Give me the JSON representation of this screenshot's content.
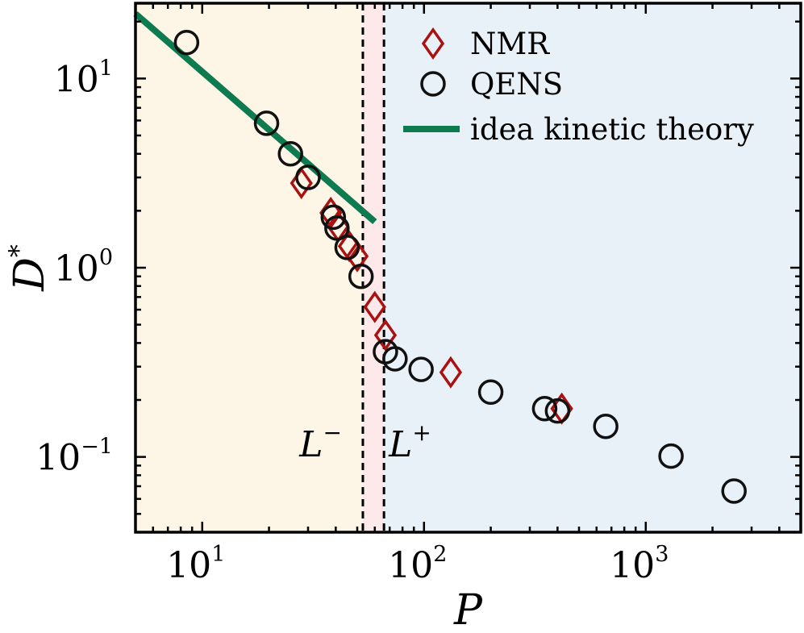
{
  "chart_data": {
    "type": "scatter",
    "xscale": "log",
    "yscale": "log",
    "xlim": [
      5,
      5000
    ],
    "ylim": [
      0.04,
      25
    ],
    "xlabel": "P",
    "ylabel": "D*",
    "xticks": [
      {
        "value": 10,
        "base": "10",
        "exp": "1"
      },
      {
        "value": 100,
        "base": "10",
        "exp": "2"
      },
      {
        "value": 1000,
        "base": "10",
        "exp": "3"
      }
    ],
    "yticks": [
      {
        "value": 10,
        "base": "10",
        "exp": "1"
      },
      {
        "value": 1,
        "base": "10",
        "exp": "0"
      },
      {
        "value": 0.1,
        "base": "10",
        "exp": "−1"
      }
    ],
    "regions": [
      {
        "name": "low",
        "x": [
          5,
          53
        ],
        "color": "#fdf6e6"
      },
      {
        "name": "transition",
        "x": [
          53,
          66
        ],
        "color": "#fde8ea"
      },
      {
        "name": "high",
        "x": [
          66,
          5000
        ],
        "color": "#e9f1f8"
      }
    ],
    "vlines": [
      {
        "x": 53,
        "label": "L",
        "sup": "−"
      },
      {
        "x": 66,
        "label": "L",
        "sup": "+"
      }
    ],
    "legend_position": "top-right",
    "series": [
      {
        "name": "NMR",
        "marker": "diamond",
        "color": "#aa1111",
        "x": [
          28,
          38,
          41,
          46,
          50,
          60,
          67,
          132,
          418
        ],
        "y": [
          2.8,
          1.95,
          1.65,
          1.3,
          1.15,
          0.62,
          0.44,
          0.28,
          0.18
        ]
      },
      {
        "name": "QENS",
        "marker": "circle",
        "color": "#111111",
        "x": [
          8.5,
          19.5,
          25,
          30,
          39,
          40.5,
          45,
          52,
          67,
          74,
          97,
          200,
          350,
          400,
          660,
          1300,
          2500
        ],
        "y": [
          15.5,
          5.8,
          4.0,
          3.0,
          1.85,
          1.62,
          1.28,
          0.9,
          0.36,
          0.33,
          0.29,
          0.22,
          0.18,
          0.175,
          0.145,
          0.101,
          0.066
        ]
      },
      {
        "name": "idea kinetic theory",
        "marker": "line",
        "color": "#0d7a4f",
        "x": [
          5,
          60
        ],
        "y": [
          22,
          1.75
        ]
      }
    ]
  }
}
